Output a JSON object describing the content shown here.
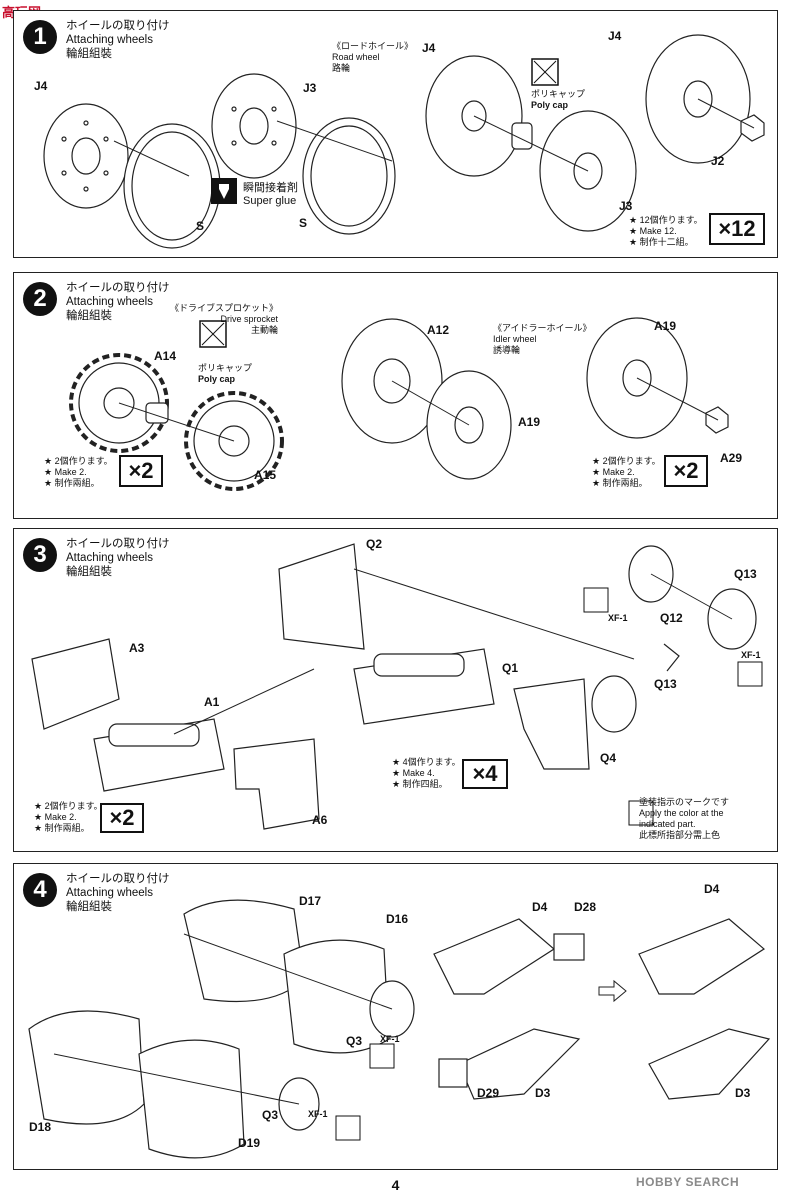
{
  "watermark": {
    "site": "高玩网",
    "logo_text": "HOBBY SEARCH"
  },
  "page_number": "4",
  "steps": [
    {
      "number": "1",
      "title_ja": "ホイールの取り付け",
      "title_en": "Attaching wheels",
      "title_zh": "輪組組裝",
      "subtitle_ja": "《ロードホイール》",
      "subtitle_en": "Road wheel",
      "subtitle_zh": "路輪",
      "labels": {
        "j4a": "J4",
        "s1": "S",
        "j3a": "J3",
        "s2": "S",
        "j4b": "J4",
        "j3b": "J3",
        "j4c": "J4",
        "j2": "J2"
      },
      "glue_ja": "瞬間接着剤",
      "glue_en": "Super glue",
      "polycap_ja": "ポリキャップ",
      "polycap_en": "Poly cap",
      "make_ja": "★ 12個作ります。",
      "make_en": "★ Make 12.",
      "make_zh": "★ 制作十二組。",
      "multiplier": "×12"
    },
    {
      "number": "2",
      "title_ja": "ホイールの取り付け",
      "title_en": "Attaching wheels",
      "title_zh": "輪組組裝",
      "sprocket_ja": "《ドライブスプロケット》",
      "sprocket_en": "Drive sprocket",
      "sprocket_zh": "主動輪",
      "idler_ja": "《アイドラーホイール》",
      "idler_en": "Idler wheel",
      "idler_zh": "誘導輪",
      "labels": {
        "a14": "A14",
        "a15": "A15",
        "a12": "A12",
        "a19a": "A19",
        "a19b": "A19",
        "a29": "A29"
      },
      "polycap_ja": "ポリキャップ",
      "polycap_en": "Poly cap",
      "make_left_ja": "★ 2個作ります。",
      "make_left_en": "★ Make 2.",
      "make_left_zh": "★ 制作兩組。",
      "mult_left": "×2",
      "make_right_ja": "★ 2個作ります。",
      "make_right_en": "★ Make 2.",
      "make_right_zh": "★ 制作兩組。",
      "mult_right": "×2"
    },
    {
      "number": "3",
      "title_ja": "ホイールの取り付け",
      "title_en": "Attaching wheels",
      "title_zh": "輪組組裝",
      "labels": {
        "q2": "Q2",
        "a3": "A3",
        "a1": "A1",
        "a6": "A6",
        "q1": "Q1",
        "q4": "Q4",
        "q12": "Q12",
        "q13a": "Q13",
        "q13b": "Q13",
        "xf1a": "XF-1",
        "xf1b": "XF-1"
      },
      "make_a_ja": "★ 2個作ります。",
      "make_a_en": "★ Make 2.",
      "make_a_zh": "★ 制作兩組。",
      "mult_a": "×2",
      "make_b_ja": "★ 4個作ります。",
      "make_b_en": "★ Make 4.",
      "make_b_zh": "★ 制作四組。",
      "mult_b": "×4",
      "color_note_ja": "塗装指示のマークです",
      "color_note_en1": "Apply the color at the",
      "color_note_en2": "indicated part.",
      "color_note_zh": "此標所指部分需上色"
    },
    {
      "number": "4",
      "title_ja": "ホイールの取り付け",
      "title_en": "Attaching wheels",
      "title_zh": "輪組組裝",
      "labels": {
        "d17": "D17",
        "d16": "D16",
        "d18": "D18",
        "d19": "D19",
        "q3a": "Q3",
        "q3b": "Q3",
        "xf1a": "XF-1",
        "xf1b": "XF-1",
        "d4a": "D4",
        "d28": "D28",
        "d29": "D29",
        "d3a": "D3",
        "d4b": "D4",
        "d3b": "D3"
      }
    }
  ]
}
